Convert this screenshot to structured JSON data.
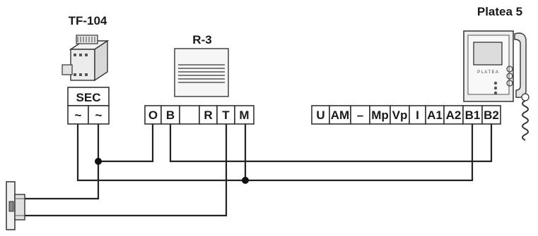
{
  "devices": {
    "tf104": {
      "title": "TF-104",
      "sec_label": "SEC",
      "terminals": [
        "~",
        "~"
      ]
    },
    "r3": {
      "title": "R-3",
      "terminals": [
        "O",
        "B",
        "",
        "R",
        "T",
        "M"
      ]
    },
    "platea": {
      "title": "Platea 5",
      "terminals": [
        "U",
        "AM",
        "–",
        "Mp",
        "Vp",
        "I",
        "A1",
        "A2",
        "B1",
        "B2"
      ]
    }
  }
}
